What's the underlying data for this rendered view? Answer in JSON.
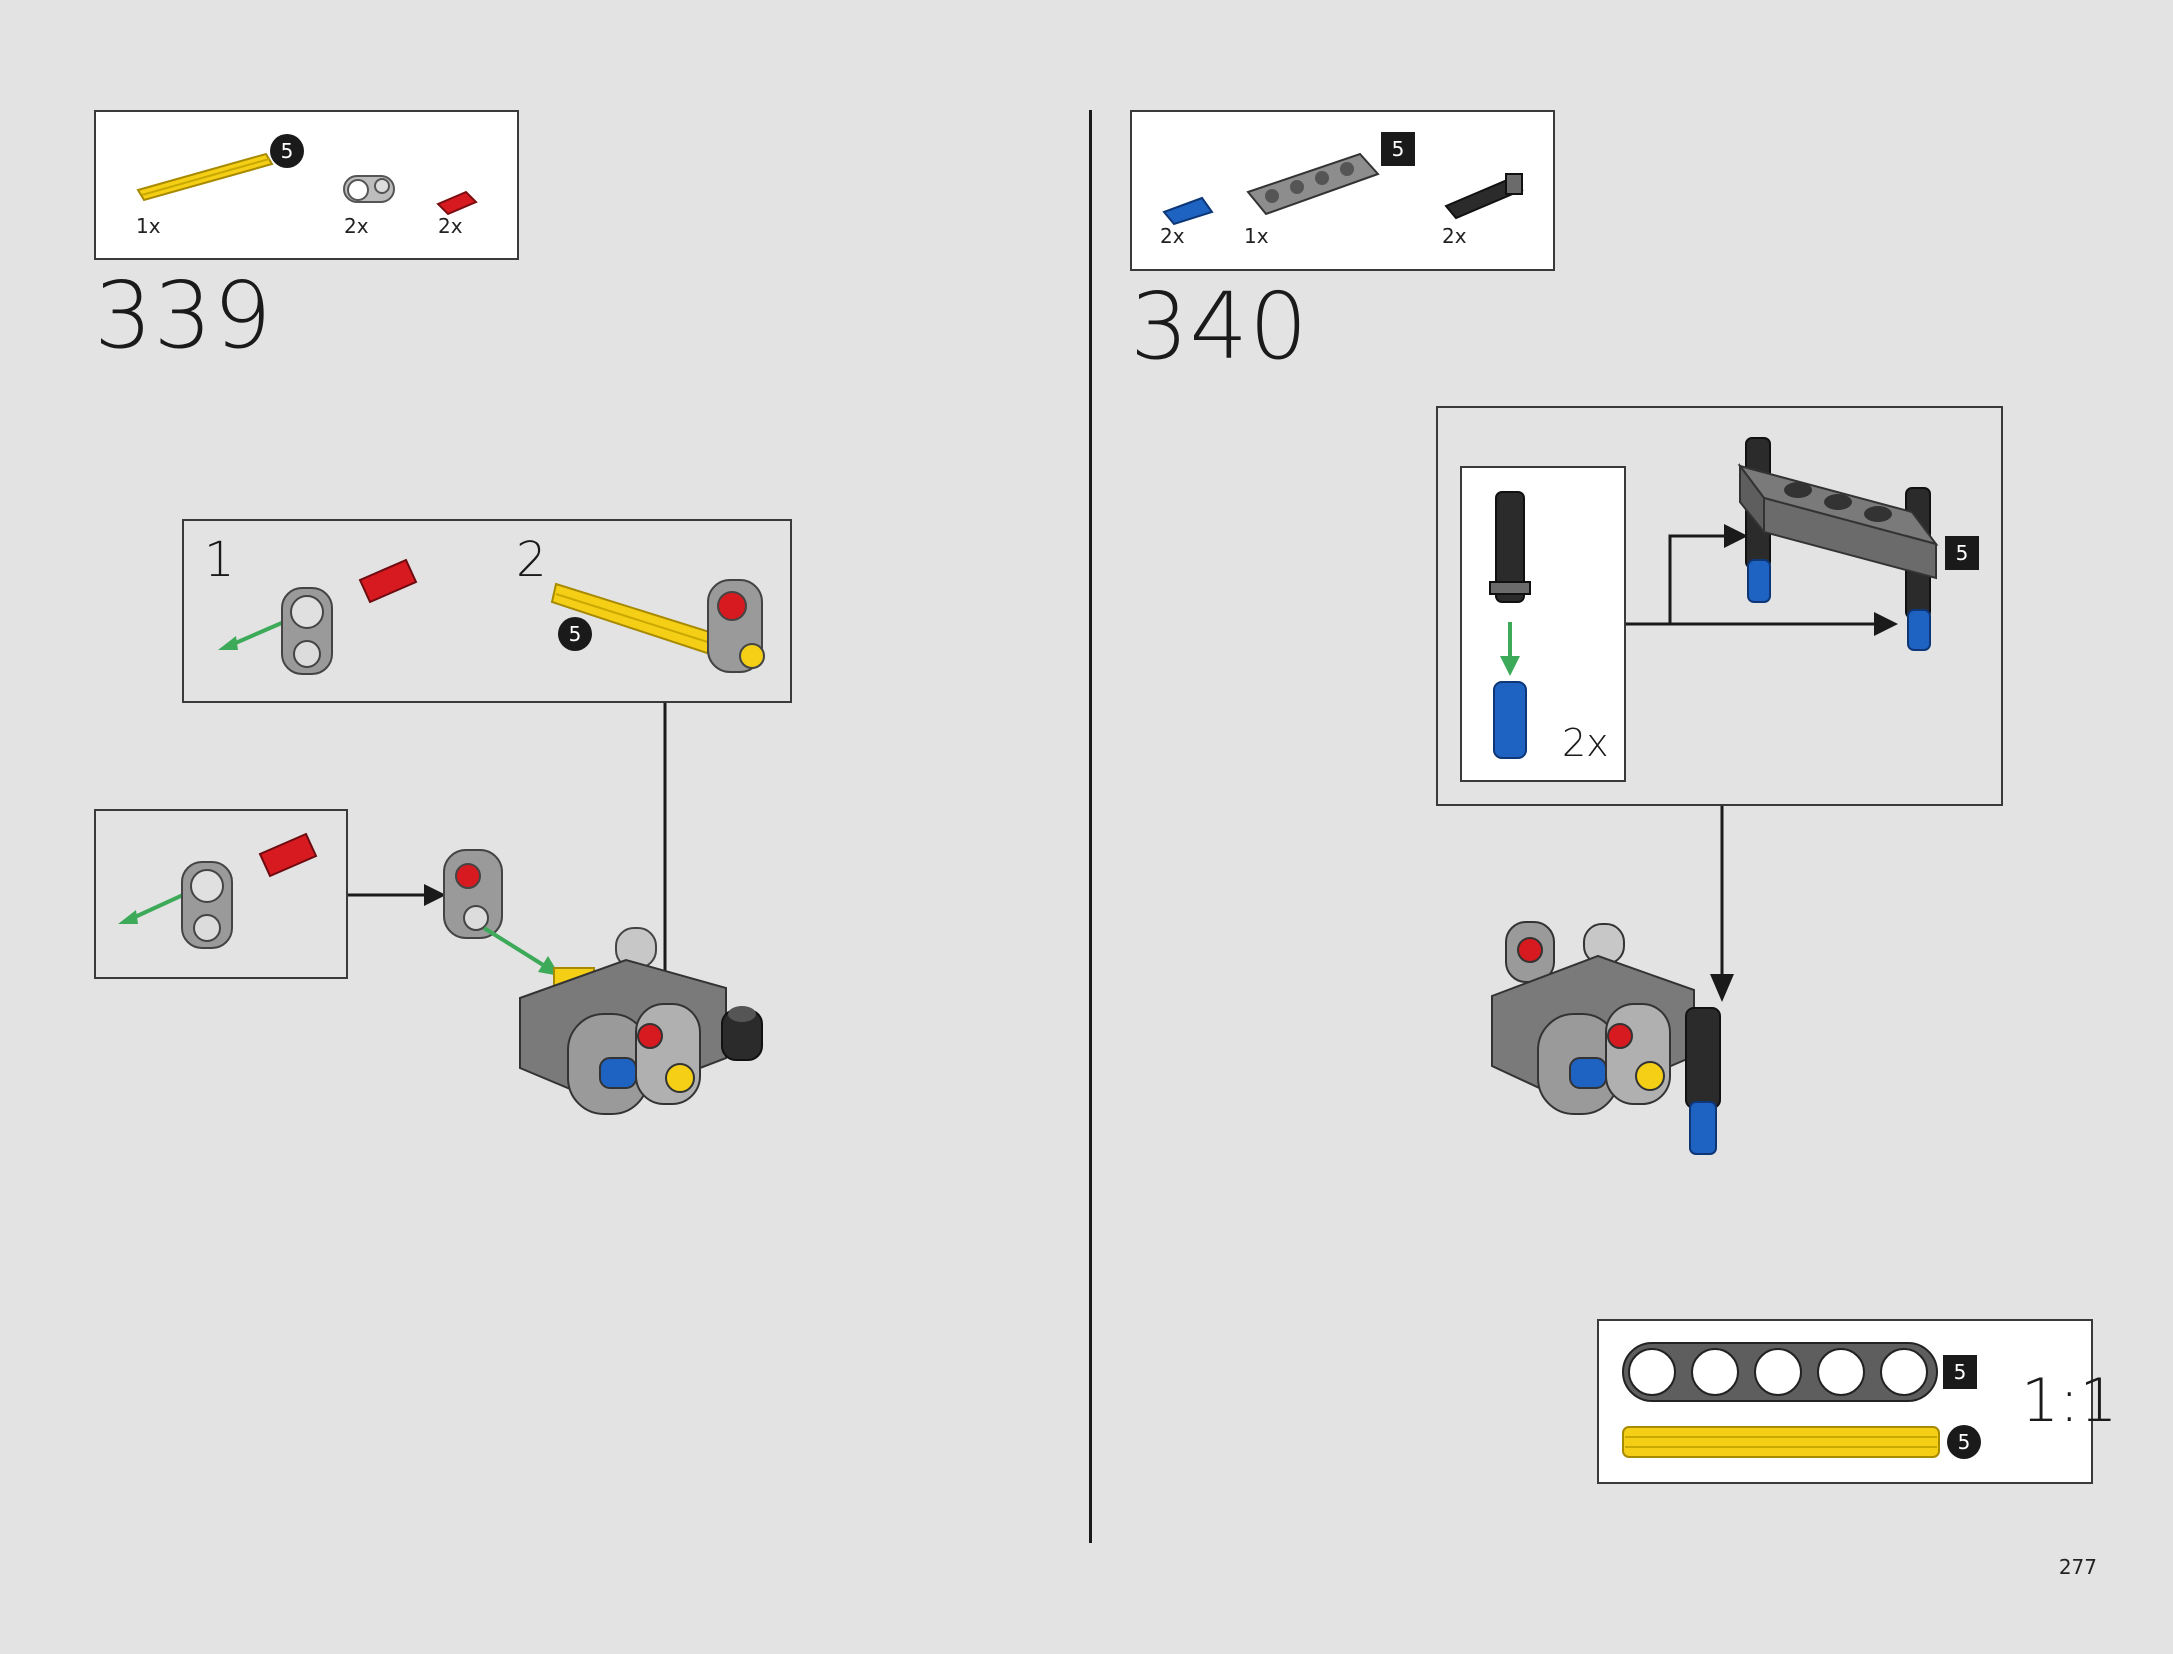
{
  "page_number": "277",
  "step_339": {
    "number": "339",
    "parts": [
      {
        "icon": "yellow-axle-icon",
        "qty": "1x",
        "badge": "5"
      },
      {
        "icon": "gray-connector-icon",
        "qty": "2x"
      },
      {
        "icon": "red-pin-icon",
        "qty": "2x"
      }
    ],
    "substeps": [
      {
        "label": "1"
      },
      {
        "label": "2",
        "badge": "5"
      }
    ]
  },
  "step_340": {
    "number": "340",
    "parts": [
      {
        "icon": "blue-pin-icon",
        "qty": "2x"
      },
      {
        "icon": "gray-beam-icon",
        "qty": "1x",
        "badge": "5"
      },
      {
        "icon": "black-pin-icon",
        "qty": "2x"
      }
    ],
    "callout": {
      "qty": "2x",
      "beam_badge": "5"
    }
  },
  "scale_ref": {
    "beam_badge": "5",
    "axle_badge": "5",
    "scale": "1:1"
  },
  "colors": {
    "background": "#e3e3e3",
    "yellow": "#f4cf16",
    "red": "#d71920",
    "blue": "#1f63c2",
    "gray": "#8d8d8d",
    "dark": "#2b2b2b",
    "arrow_green": "#3daa5a"
  }
}
